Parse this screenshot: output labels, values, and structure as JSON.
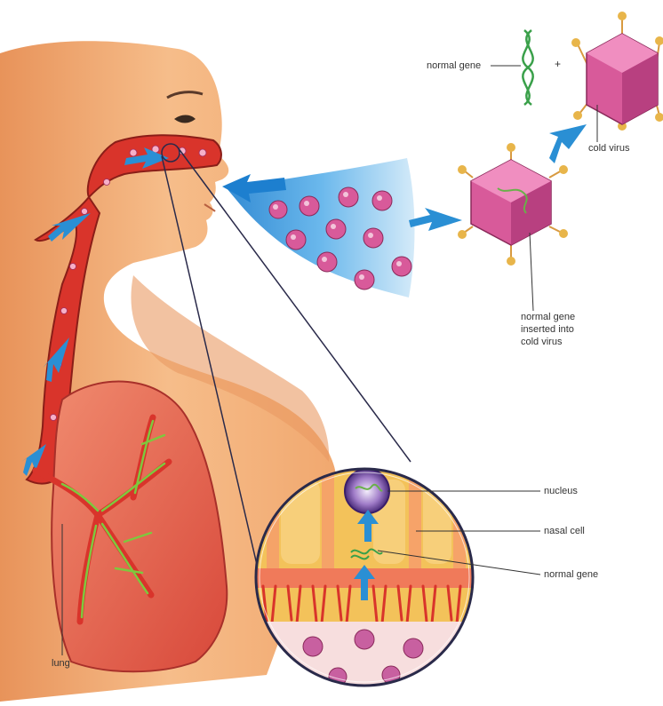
{
  "labels": {
    "normal_gene_top": "normal gene",
    "plus": "+",
    "cold_virus": "cold virus",
    "inserted_line1": "normal gene",
    "inserted_line2": "inserted into",
    "inserted_line3": "cold virus",
    "nucleus": "nucleus",
    "nasal_cell": "nasal cell",
    "normal_gene_cell": "normal gene",
    "lung": "lung"
  },
  "colors": {
    "skin": "#f4b07a",
    "skin_shadow": "#e8935a",
    "airway": "#d9342b",
    "lung": "#e8604a",
    "virus_pink": "#d85a9a",
    "virus_spike": "#e8b54a",
    "arrow_blue": "#2a8fd4",
    "spray_blue": "#3b9be0",
    "gene_green": "#3aa04a",
    "cell_yellow": "#f2b84b"
  },
  "icons": {
    "dna": "dna-helix-icon",
    "virus": "virus-particle-icon",
    "arrow": "blue-arrow-icon"
  }
}
